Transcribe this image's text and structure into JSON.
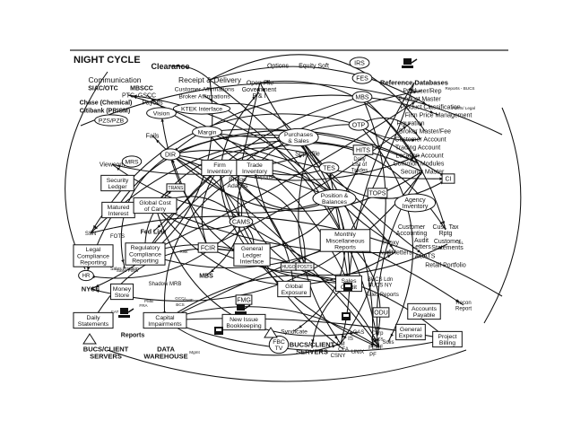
{
  "title": "NIGHT CYCLE",
  "colors": {
    "ink": "#111111",
    "paper": "#ffffff",
    "frame": "#222222"
  },
  "nodes": [
    {
      "id": "clearance",
      "lines": [
        "Clearance"
      ],
      "shape": "plain",
      "bold": true
    },
    {
      "id": "options",
      "lines": [
        "Options"
      ],
      "shape": "plain"
    },
    {
      "id": "equity_soft",
      "lines": [
        "Equity Soft"
      ],
      "shape": "plain"
    },
    {
      "id": "irs",
      "lines": [
        "IRS"
      ],
      "shape": "oval"
    },
    {
      "id": "communication",
      "lines": [
        "Communication"
      ],
      "shape": "plain"
    },
    {
      "id": "receipt_delivery",
      "lines": [
        "Receipt & Delivery"
      ],
      "shape": "plain"
    },
    {
      "id": "open_file",
      "lines": [
        "Open File"
      ],
      "shape": "plain"
    },
    {
      "id": "fes",
      "lines": [
        "FES"
      ],
      "shape": "oval"
    },
    {
      "id": "reference_databases",
      "lines": [
        "Reference Databases"
      ],
      "shape": "plain",
      "bold": true
    },
    {
      "id": "siac",
      "lines": [
        "SIAC/OTC"
      ],
      "shape": "plain",
      "bold": true
    },
    {
      "id": "mbscc",
      "lines": [
        "MBSCC"
      ],
      "shape": "plain",
      "bold": true
    },
    {
      "id": "customer_affirmations",
      "lines": [
        "Customer Affirmations"
      ],
      "shape": "plain"
    },
    {
      "id": "broker_affirmations",
      "lines": [
        "Broker Affirmations"
      ],
      "shape": "plain"
    },
    {
      "id": "government_pi",
      "lines": [
        "Government",
        "P & I"
      ],
      "shape": "plain"
    },
    {
      "id": "mbs_top",
      "lines": [
        "MBS"
      ],
      "shape": "oval"
    },
    {
      "id": "producer_rep",
      "lines": [
        "Producer/Rep"
      ],
      "shape": "plain"
    },
    {
      "id": "product_master",
      "lines": [
        "Product Master"
      ],
      "shape": "plain"
    },
    {
      "id": "ptc",
      "lines": [
        "PTC"
      ],
      "shape": "plain"
    },
    {
      "id": "gscc",
      "lines": [
        "GSCC"
      ],
      "shape": "plain"
    },
    {
      "id": "chase",
      "lines": [
        "Chase (Chemical)"
      ],
      "shape": "plain",
      "bold": true
    },
    {
      "id": "payoffs",
      "lines": [
        "Payoffs"
      ],
      "shape": "plain"
    },
    {
      "id": "ktek",
      "lines": [
        "KTEK Interface"
      ],
      "shape": "oval"
    },
    {
      "id": "citibank",
      "lines": [
        "Citibank (PRISM)"
      ],
      "shape": "plain",
      "bold": true
    },
    {
      "id": "product_classification",
      "lines": [
        "Product Classification"
      ],
      "shape": "plain"
    },
    {
      "id": "vision",
      "lines": [
        "Vision"
      ],
      "shape": "oval"
    },
    {
      "id": "pzs",
      "lines": [
        "PZS/PZB"
      ],
      "shape": "oval"
    },
    {
      "id": "firm_price_mgmt",
      "lines": [
        "Firm Price Management"
      ],
      "shape": "plain"
    },
    {
      "id": "otp",
      "lines": [
        "OTP"
      ],
      "shape": "oval"
    },
    {
      "id": "figuration",
      "lines": [
        "Figuration"
      ],
      "shape": "plain"
    },
    {
      "id": "margin",
      "lines": [
        "Margin"
      ],
      "shape": "oval"
    },
    {
      "id": "fails",
      "lines": [
        "Fails"
      ],
      "shape": "plain"
    },
    {
      "id": "purchases_sales",
      "lines": [
        "Purchases",
        "& Sales"
      ],
      "shape": "oval"
    },
    {
      "id": "broker_master_fee",
      "lines": [
        "Broker Master/Fee"
      ],
      "shape": "plain"
    },
    {
      "id": "customer_account",
      "lines": [
        "Customer Account"
      ],
      "shape": "plain"
    },
    {
      "id": "trading_account",
      "lines": [
        "Trading Account"
      ],
      "shape": "plain"
    },
    {
      "id": "hits",
      "lines": [
        "HITS"
      ],
      "shape": "box"
    },
    {
      "id": "superfile",
      "lines": [
        "Superfile"
      ],
      "shape": "plain"
    },
    {
      "id": "dir",
      "lines": [
        "DIR"
      ],
      "shape": "oval"
    },
    {
      "id": "location_account",
      "lines": [
        "Location Account"
      ],
      "shape": "plain"
    },
    {
      "id": "daily_list",
      "lines": [
        "Daily",
        "List of",
        "Trades"
      ],
      "shape": "plain"
    },
    {
      "id": "common_modules",
      "lines": [
        "Common Modules"
      ],
      "shape": "plain"
    },
    {
      "id": "viewcom",
      "lines": [
        "Viewcom"
      ],
      "shape": "plain"
    },
    {
      "id": "mrs",
      "lines": [
        "MRS"
      ],
      "shape": "oval"
    },
    {
      "id": "firm_inventory",
      "lines": [
        "Firm",
        "Inventory"
      ],
      "shape": "box"
    },
    {
      "id": "trade_inventory",
      "lines": [
        "Trade",
        "Inventory"
      ],
      "shape": "box"
    },
    {
      "id": "tes",
      "lines": [
        "TES"
      ],
      "shape": "oval"
    },
    {
      "id": "security_master",
      "lines": [
        "Security Master"
      ],
      "shape": "plain"
    },
    {
      "id": "ci",
      "lines": [
        "CI"
      ],
      "shape": "box"
    },
    {
      "id": "security_ledger",
      "lines": [
        "Security",
        "Ledger"
      ],
      "shape": "box"
    },
    {
      "id": "bridge_adabas",
      "lines": [
        "Bridge",
        "Adabas"
      ],
      "shape": "plain"
    },
    {
      "id": "reports_mid",
      "lines": [
        "Reports"
      ],
      "shape": "plain"
    },
    {
      "id": "trans",
      "lines": [
        "TRANS"
      ],
      "shape": "box"
    },
    {
      "id": "position_balances",
      "lines": [
        "Position &",
        "Balances"
      ],
      "shape": "oval"
    },
    {
      "id": "tops",
      "lines": [
        "TOPS"
      ],
      "shape": "box"
    },
    {
      "id": "agency_inventory",
      "lines": [
        "Agency",
        "Inventory"
      ],
      "shape": "oval"
    },
    {
      "id": "matured_interest",
      "lines": [
        "Matured",
        "Interest"
      ],
      "shape": "box"
    },
    {
      "id": "global_cost",
      "lines": [
        "Global Cost",
        "of Carry"
      ],
      "shape": "box"
    },
    {
      "id": "cams",
      "lines": [
        "CAMS"
      ],
      "shape": "oval"
    },
    {
      "id": "customer_accounting",
      "lines": [
        "Customer",
        "Accounting"
      ],
      "shape": "plain"
    },
    {
      "id": "cust_tax_rptg",
      "lines": [
        "Cust. Tax",
        "Rptg"
      ],
      "shape": "plain"
    },
    {
      "id": "fed_line",
      "lines": [
        "Fed Line"
      ],
      "shape": "plain",
      "bold": true
    },
    {
      "id": "fots",
      "lines": [
        "FOTS"
      ],
      "shape": "plain"
    },
    {
      "id": "ssn",
      "lines": [
        "SSN"
      ],
      "shape": "plain"
    },
    {
      "id": "audit_letters",
      "lines": [
        "Audit",
        "Letters"
      ],
      "shape": "plain"
    },
    {
      "id": "proxy",
      "lines": [
        "Proxy"
      ],
      "shape": "plain"
    },
    {
      "id": "customer_statements",
      "lines": [
        "Customer",
        "Statements"
      ],
      "shape": "plain"
    },
    {
      "id": "monthly_misc",
      "lines": [
        "Monthly",
        "Miscellaneous",
        "Reports"
      ],
      "shape": "box"
    },
    {
      "id": "legal_compliance",
      "lines": [
        "Legal",
        "Compliance",
        "Reporting"
      ],
      "shape": "box"
    },
    {
      "id": "regulatory_compliance",
      "lines": [
        "Regulatory",
        "Compliance",
        "Reporting"
      ],
      "shape": "box"
    },
    {
      "id": "fcir",
      "lines": [
        "FCIR"
      ],
      "shape": "box"
    },
    {
      "id": "general_ledger",
      "lines": [
        "General",
        "Ledger",
        "Interface"
      ],
      "shape": "box"
    },
    {
      "id": "audit_letters_2",
      "lines": [
        "Audit letters"
      ],
      "shape": "plain"
    },
    {
      "id": "acats",
      "lines": [
        "ACATS"
      ],
      "shape": "plain"
    },
    {
      "id": "retail_portfolio",
      "lines": [
        "Retail Portfolio"
      ],
      "shape": "plain"
    },
    {
      "id": "sales_position",
      "lines": [
        "Sales Position"
      ],
      "shape": "plain"
    },
    {
      "id": "hugo",
      "lines": [
        "HUGO"
      ],
      "shape": "box"
    },
    {
      "id": "posts",
      "lines": [
        "POSTS"
      ],
      "shape": "box"
    },
    {
      "id": "hr",
      "lines": [
        "HR"
      ],
      "shape": "oval"
    },
    {
      "id": "mbs_mid",
      "lines": [
        "MBS"
      ],
      "shape": "plain",
      "bold": true
    },
    {
      "id": "sales_credit",
      "lines": [
        "Sales",
        "Credit"
      ],
      "shape": "box"
    },
    {
      "id": "bucs_ldn_ny",
      "lines": [
        "BUCS Ldn",
        "BUCS NY"
      ],
      "shape": "plain"
    },
    {
      "id": "nyse",
      "lines": [
        "NYSE"
      ],
      "shape": "plain",
      "bold": true
    },
    {
      "id": "shadow_mrb",
      "lines": [
        "Shadow MRB"
      ],
      "shape": "plain"
    },
    {
      "id": "money_store",
      "lines": [
        "Money",
        "Store"
      ],
      "shape": "box"
    },
    {
      "id": "global_exposure",
      "lines": [
        "Global",
        "Exposure"
      ],
      "shape": "box"
    },
    {
      "id": "sales_reports",
      "lines": [
        "Sales Reports"
      ],
      "shape": "plain"
    },
    {
      "id": "fmg",
      "lines": [
        "FMG"
      ],
      "shape": "box"
    },
    {
      "id": "odu",
      "lines": [
        "ODU"
      ],
      "shape": "box"
    },
    {
      "id": "accounts_payable",
      "lines": [
        "Accounts",
        "Payable"
      ],
      "shape": "box"
    },
    {
      "id": "recon_report",
      "lines": [
        "Recon",
        "Report"
      ],
      "shape": "plain"
    },
    {
      "id": "daily_statements",
      "lines": [
        "Daily",
        "Statements"
      ],
      "shape": "box"
    },
    {
      "id": "capital_impairments",
      "lines": [
        "Capital",
        "Impairments"
      ],
      "shape": "box"
    },
    {
      "id": "new_issue",
      "lines": [
        "New Issue",
        "Bookkeeping"
      ],
      "shape": "box"
    },
    {
      "id": "syndicate",
      "lines": [
        "Syndicate"
      ],
      "shape": "plain"
    },
    {
      "id": "general_expense",
      "lines": [
        "General",
        "Expense"
      ],
      "shape": "box"
    },
    {
      "id": "reports_low",
      "lines": [
        "Reports"
      ],
      "shape": "plain",
      "bold": true
    },
    {
      "id": "gas",
      "lines": [
        "GAS"
      ],
      "shape": "plain"
    },
    {
      "id": "is",
      "lines": [
        "IS"
      ],
      "shape": "plain"
    },
    {
      "id": "corp_svcs",
      "lines": [
        "Corp",
        "Svcs"
      ],
      "shape": "plain"
    },
    {
      "id": "project_billing",
      "lines": [
        "Project",
        "Billing"
      ],
      "shape": "box"
    },
    {
      "id": "fbc_tv",
      "lines": [
        "FBC",
        "TV"
      ],
      "shape": "oval"
    },
    {
      "id": "cm",
      "lines": [
        "CM"
      ],
      "shape": "plain"
    },
    {
      "id": "fe",
      "lines": [
        "FE"
      ],
      "shape": "plain"
    },
    {
      "id": "mf",
      "lines": [
        "MF"
      ],
      "shape": "plain"
    },
    {
      "id": "solis",
      "lines": [
        "Solis"
      ],
      "shape": "plain"
    },
    {
      "id": "cfa",
      "lines": [
        "CFA"
      ],
      "shape": "plain"
    },
    {
      "id": "unix",
      "lines": [
        "UNIX"
      ],
      "shape": "plain"
    },
    {
      "id": "pf",
      "lines": [
        "PF"
      ],
      "shape": "plain"
    },
    {
      "id": "csny",
      "lines": [
        "CSNY"
      ],
      "shape": "plain"
    },
    {
      "id": "bucs_client_left",
      "lines": [
        "BUCS/CLIENT",
        "SERVERS"
      ],
      "shape": "plain",
      "bold": true
    },
    {
      "id": "data_warehouse",
      "lines": [
        "DATA",
        "WAREHOUSE"
      ],
      "shape": "plain",
      "bold": true
    },
    {
      "id": "bucs_client_mid",
      "lines": [
        "BUCS/CLIENT",
        "SERVERS"
      ],
      "shape": "plain",
      "bold": true
    }
  ],
  "small_tags": [
    {
      "id": "tag_reports_bucs",
      "text": "Reports - BUCS"
    },
    {
      "id": "tag_fots_legal",
      "text": "FOTS/ Legal"
    },
    {
      "id": "tag_sales_posts",
      "text": "Sales Posts"
    },
    {
      "id": "tag_gl",
      "text": "GL"
    },
    {
      "id": "tag_risk",
      "text": "Risk"
    },
    {
      "id": "tag_bcs",
      "text": "BCS"
    },
    {
      "id": "tag_pmb",
      "text": "PMB"
    },
    {
      "id": "tag_gmif",
      "text": "GMIF"
    },
    {
      "id": "tag_mgmt",
      "text": "Mgmt"
    },
    {
      "id": "tag_gcci",
      "text": "GCCI"
    },
    {
      "id": "tag_cat",
      "text": "CAT"
    },
    {
      "id": "tag_fra",
      "text": "FRA"
    }
  ],
  "pictograms": [
    {
      "id": "workstation_icon",
      "what": "computer workstation"
    },
    {
      "id": "mainframe_icon",
      "what": "mainframe terminal"
    },
    {
      "id": "printer_icon",
      "what": "report printer"
    }
  ]
}
